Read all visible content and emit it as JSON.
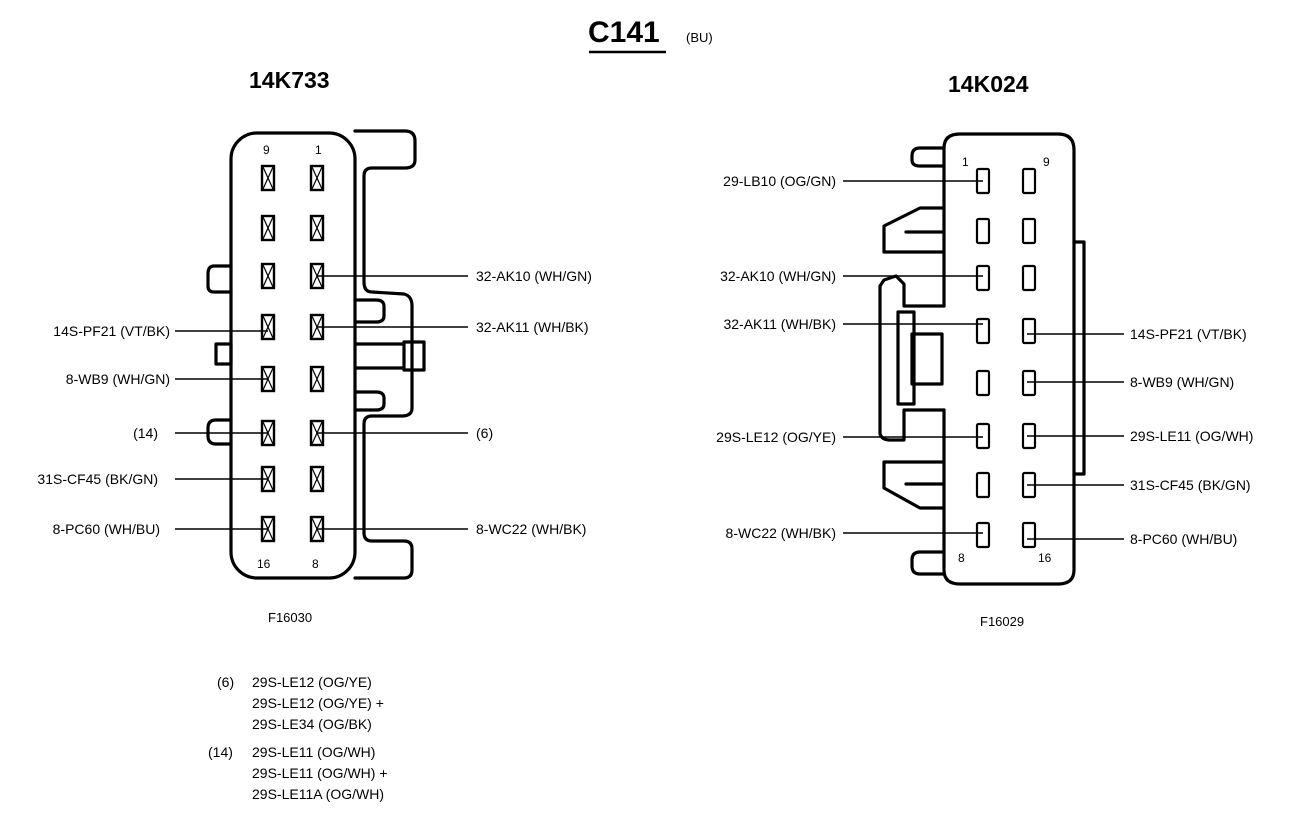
{
  "title": {
    "main": "C141",
    "sub": "(BU)"
  },
  "left_connector": {
    "part_number": "14K733",
    "figure_id": "F16030",
    "pin_labels": {
      "top_left": "9",
      "top_right": "1",
      "bottom_left": "16",
      "bottom_right": "8"
    },
    "left_wires": [
      "14S-PF21 (VT/BK)",
      "8-WB9 (WH/GN)",
      "(14)",
      "31S-CF45 (BK/GN)",
      "8-PC60 (WH/BU)"
    ],
    "right_wires": [
      "32-AK10 (WH/GN)",
      "32-AK11 (WH/BK)",
      "(6)",
      "8-WC22 (WH/BK)"
    ]
  },
  "right_connector": {
    "part_number": "14K024",
    "figure_id": "F16029",
    "pin_labels": {
      "top_left": "1",
      "top_right": "9",
      "bottom_left": "8",
      "bottom_right": "16"
    },
    "left_wires": [
      "29-LB10 (OG/GN)",
      "32-AK10 (WH/GN)",
      "32-AK11 (WH/BK)",
      "29S-LE12 (OG/YE)",
      "8-WC22 (WH/BK)"
    ],
    "right_wires": [
      "14S-PF21 (VT/BK)",
      "8-WB9 (WH/GN)",
      "29S-LE11 (OG/WH)",
      "31S-CF45 (BK/GN)",
      "8-PC60 (WH/BU)"
    ]
  },
  "notes": [
    {
      "ref": "(6)",
      "lines": [
        "29S-LE12 (OG/YE)",
        "29S-LE12 (OG/YE) +",
        "29S-LE34 (OG/BK)"
      ]
    },
    {
      "ref": "(14)",
      "lines": [
        "29S-LE11 (OG/WH)",
        "29S-LE11 (OG/WH) +",
        "29S-LE11A (OG/WH)"
      ]
    }
  ]
}
